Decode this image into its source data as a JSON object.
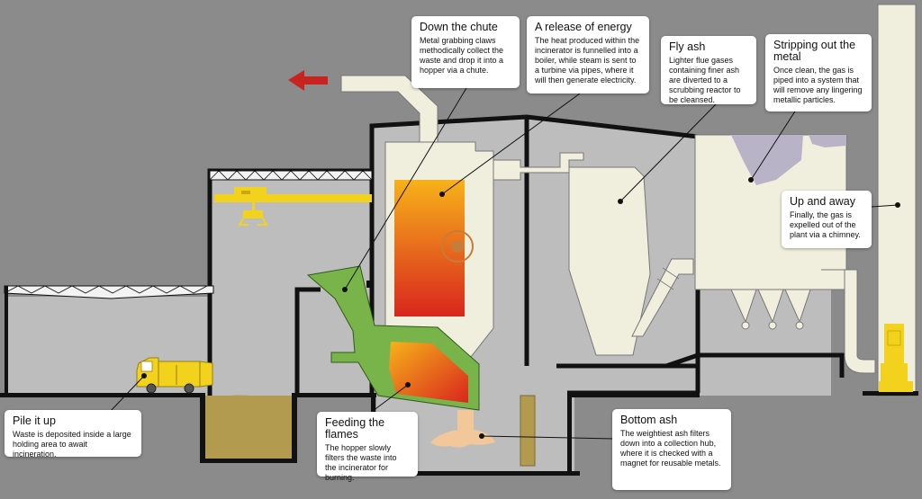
{
  "colors": {
    "background": "#8b8b8b",
    "building": "#bdbdbd",
    "outline": "#111111",
    "equipment": "#f0eedd",
    "hopper": "#79b44a",
    "fire_top": "#f7b21a",
    "fire_bottom": "#d8261d",
    "waste": "#b29a4e",
    "ash": "#f2c79a",
    "crane": "#f3d21e",
    "arrow": "#c8231e",
    "filter": "#b9b3c8"
  },
  "callouts": {
    "chute": {
      "title": "Down the chute",
      "body": "Metal grabbing claws methodically collect the waste and drop it into a hopper via a chute."
    },
    "energy": {
      "title": "A release of energy",
      "body": "The heat produced within the incinerator is funnelled into a boiler, while steam is sent to a turbine via pipes, where it will then generate electricity."
    },
    "flyash": {
      "title": "Fly ash",
      "body": "Lighter flue gases containing finer ash are diverted to a scrubbing reactor to be cleansed."
    },
    "metal": {
      "title": "Stripping out the metal",
      "body": "Once clean, the gas is piped into a system that will remove any lingering metallic particles."
    },
    "away": {
      "title": "Up and away",
      "body": "Finally, the gas is expelled out of the plant via a chimney."
    },
    "pile": {
      "title": "Pile it up",
      "body": "Waste is deposited inside a large holding area to await incineration."
    },
    "flames": {
      "title": "Feeding the flames",
      "body": "The hopper slowly filters the waste into the incinerator for burning."
    },
    "bottomash": {
      "title": "Bottom ash",
      "body": "The weightiest ash filters down into a collection hub, where it is checked with a magnet for reusable metals."
    }
  }
}
